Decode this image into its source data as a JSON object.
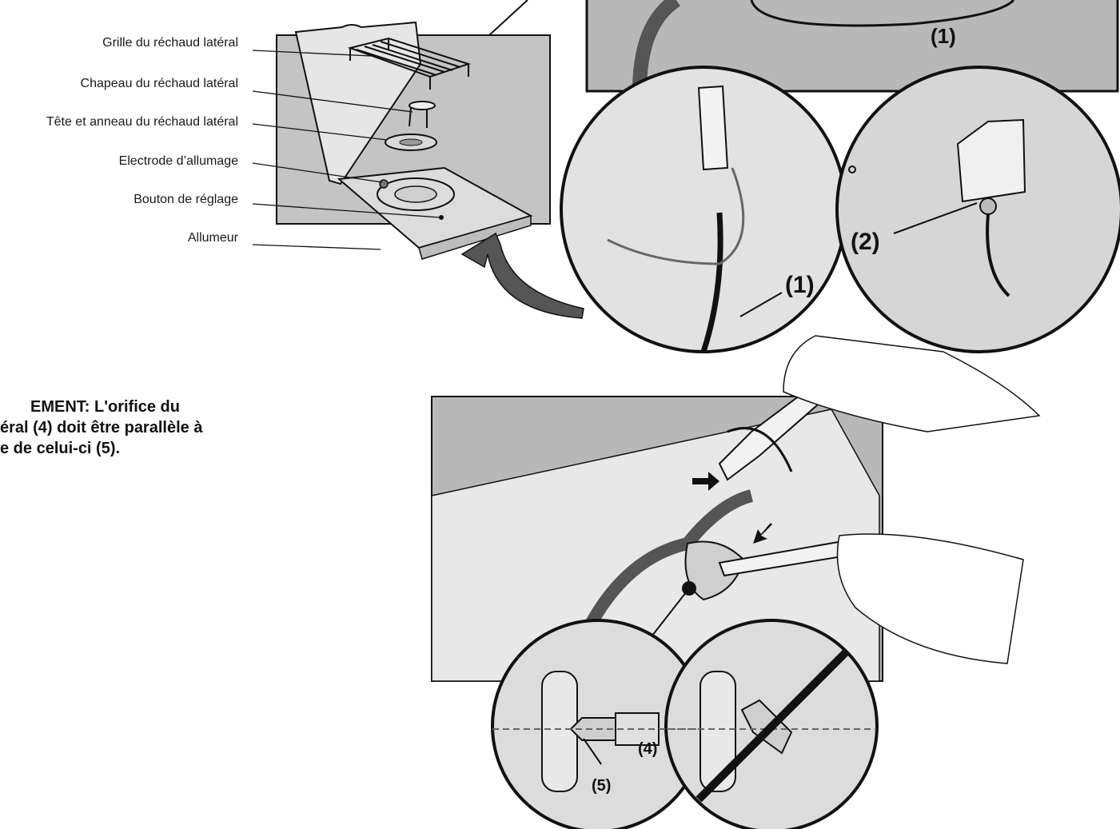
{
  "parts": [
    {
      "label": "Grille du réchaud latéral"
    },
    {
      "label": "Chapeau du réchaud latéral"
    },
    {
      "label": "Tête et anneau du réchaud latéral"
    },
    {
      "label": "Electrode d’allumage"
    },
    {
      "label": "Bouton de réglage"
    },
    {
      "label": "Allumeur"
    }
  ],
  "note": {
    "line1": "EMENT: L'orifice du",
    "line2": "éral (4) doit être parallèle à",
    "line3": "e de celui-ci (5)."
  },
  "callouts": {
    "c1": "(1)",
    "c2": "(2)",
    "c4": "(4)",
    "c5": "(5)"
  },
  "colors": {
    "panel_gray": "#b8b8b8",
    "dark_gray": "#9a9a9a",
    "line": "#1a1a1a"
  }
}
